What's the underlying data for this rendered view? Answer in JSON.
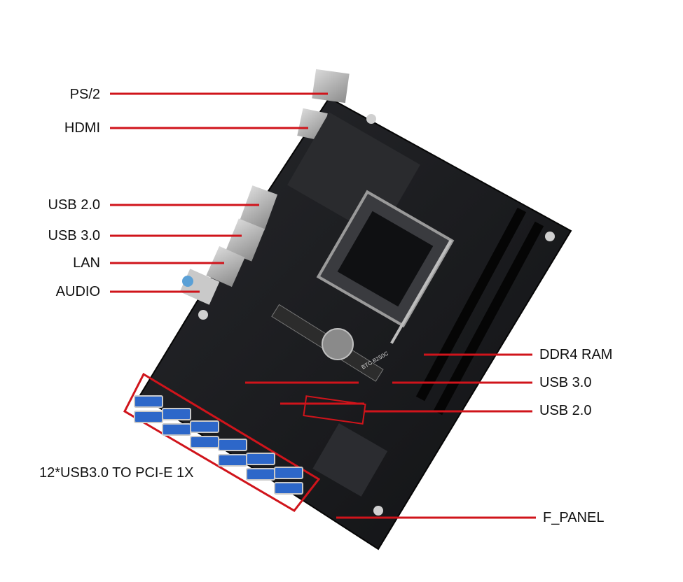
{
  "labels": {
    "left": [
      "PS/2",
      "HDMI",
      "USB 2.0",
      "USB 3.0",
      "LAN",
      "AUDIO"
    ],
    "right": [
      "DDR4 RAM",
      "USB 3.0",
      "USB 2.0",
      "F_PANEL"
    ],
    "bottom": "12*USB3.0 TO PCI-E  1X"
  },
  "board_text": {
    "chip": "BTC B250C"
  },
  "colors": {
    "leader_line": "#d0141b",
    "board": "#1a1b1e",
    "usb_port": "#2d67c9",
    "background": "#ffffff"
  }
}
